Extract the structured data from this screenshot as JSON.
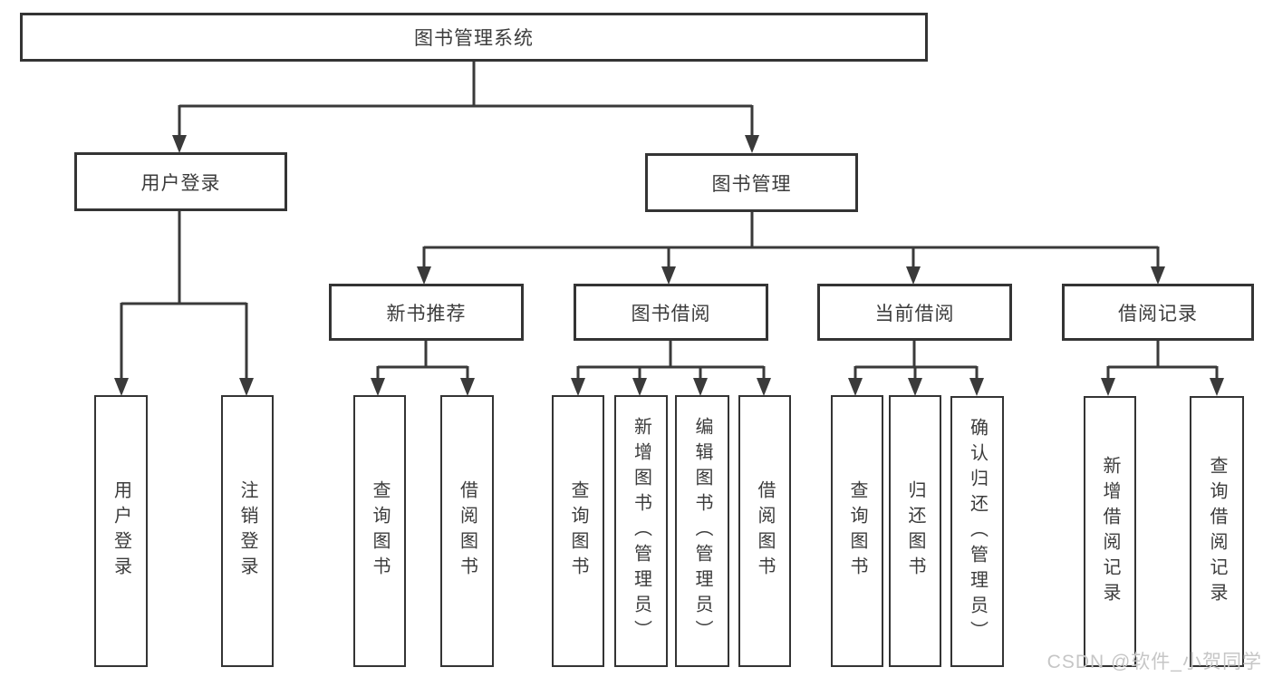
{
  "diagram": {
    "type": "hierarchy-tree",
    "root": {
      "label": "图书管理系统"
    },
    "level2": {
      "user_login": {
        "label": "用户登录"
      },
      "book_mgmt": {
        "label": "图书管理"
      }
    },
    "level3": {
      "new_book": {
        "label": "新书推荐",
        "parent": "图书管理"
      },
      "borrow": {
        "label": "图书借阅",
        "parent": "图书管理"
      },
      "current": {
        "label": "当前借阅",
        "parent": "图书管理"
      },
      "records": {
        "label": "借阅记录",
        "parent": "图书管理"
      }
    },
    "leaves": {
      "user_login": [
        "用户登录",
        "注销登录"
      ],
      "new_book": [
        "查询图书",
        "借阅图书"
      ],
      "borrow": [
        "查询图书",
        "新增图书（管理员）",
        "编辑图书（管理员）",
        "借阅图书"
      ],
      "current": [
        "查询图书",
        "归还图书",
        "确认归还（管理员）"
      ],
      "records": [
        "新增借阅记录",
        "查询借阅记录"
      ]
    }
  },
  "watermark": {
    "text": "CSDN @软件_小贺同学"
  },
  "colors": {
    "background": "#ffffff",
    "box_border": "#343434",
    "box_fill": "#ffffff",
    "line": "#3a3a3a",
    "text": "#3c3c3c",
    "watermark": "#c6c6c6"
  }
}
